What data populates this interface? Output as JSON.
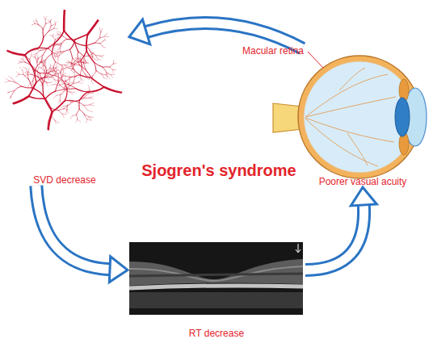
{
  "diagram": {
    "title": "Sjogren's syndrome",
    "nodes": [
      {
        "text": [
          "SVD decrease"
        ]
      },
      {
        "text": [
          "Poorer vasual acuity"
        ]
      },
      {
        "text": [
          "RT decrease"
        ]
      }
    ],
    "edges": [
      {
        "from": 1,
        "to": 0,
        "arrow": "to"
      },
      {
        "from": 0,
        "to": 2,
        "arrow": "to"
      },
      {
        "from": 2,
        "to": 1,
        "arrow": "to"
      }
    ],
    "labels": [
      "Macular retina"
    ]
  }
}
